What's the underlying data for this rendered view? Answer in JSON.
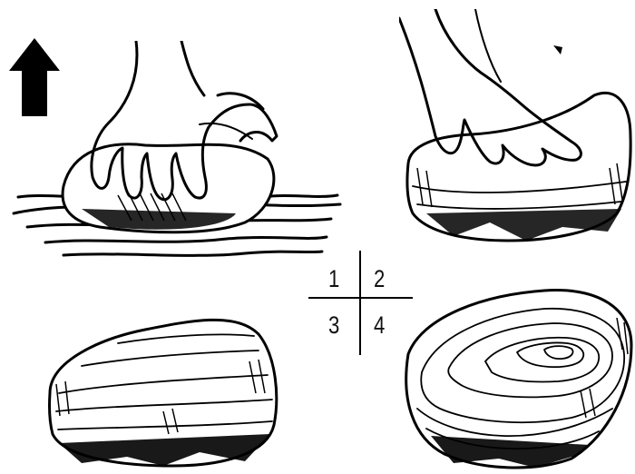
{
  "steps": {
    "labels": [
      "1",
      "2",
      "3",
      "4"
    ]
  },
  "icons": {
    "up_arrow": "up-arrow-icon"
  },
  "colors": {
    "ink": "#000000",
    "background": "#ffffff"
  }
}
